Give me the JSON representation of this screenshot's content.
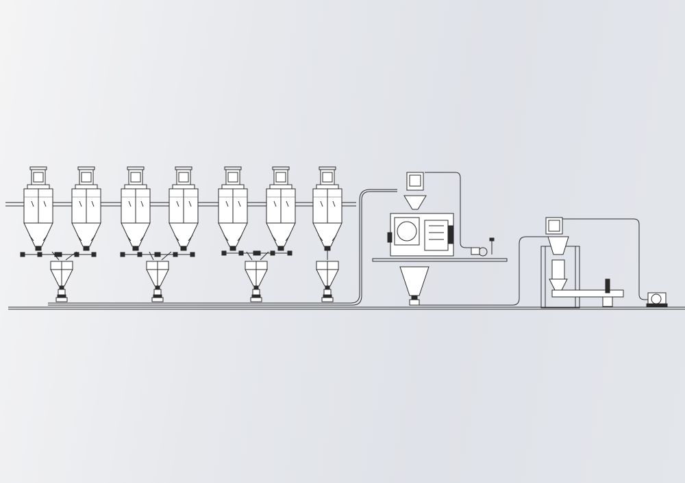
{
  "diagram": {
    "colors": {
      "line": "#2a2a2a",
      "fill": "#ffffff"
    },
    "silos": 7,
    "weighing_hoppers": 4,
    "processing_units": [
      "mixer-station",
      "bagging-station",
      "vacuum-pump"
    ]
  }
}
